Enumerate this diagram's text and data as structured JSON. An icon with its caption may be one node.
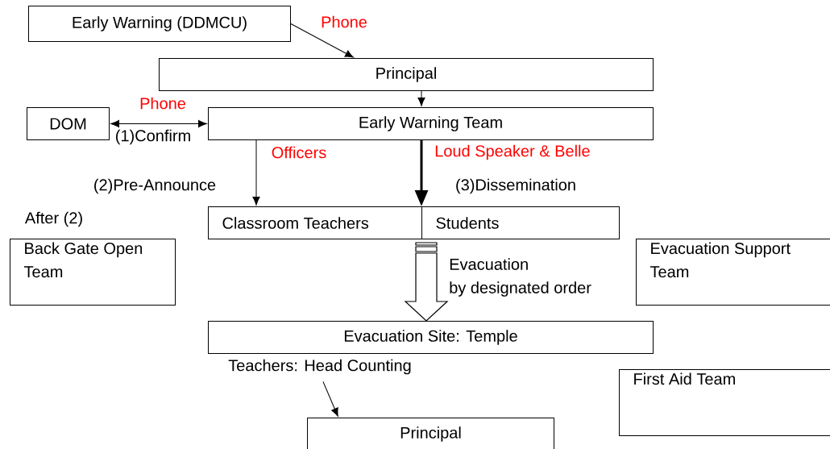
{
  "diagram": {
    "nodes": [
      {
        "text": [
          "Early Warning (DDMCU)"
        ]
      },
      {
        "text": [
          "Principal"
        ]
      },
      {
        "text": [
          "DOM"
        ]
      },
      {
        "text": [
          "Early Warning Team"
        ]
      },
      {
        "text": [
          "Classroom Teachers"
        ]
      },
      {
        "text": [
          "Students"
        ]
      },
      {
        "text": [
          "Back Gate Open Team"
        ],
        "beside": [
          "After (2)"
        ]
      },
      {
        "text": [
          "Evacuation Support Team"
        ]
      },
      {
        "text": [
          "Evacuation Site: Temple"
        ]
      },
      {
        "text": [
          "Teachers: Head Counting"
        ]
      },
      {
        "text": [
          "First Aid Team"
        ]
      },
      {
        "text": [
          "Principal"
        ]
      }
    ],
    "edges": [
      {
        "from": 0,
        "to": 1,
        "arrow": "to",
        "label": "Phone"
      },
      {
        "from": 1,
        "to": 3,
        "arrow": "to"
      },
      {
        "from": 2,
        "to": 3,
        "arrow": "both",
        "label": "Phone"
      },
      {
        "from": 3,
        "to": 4,
        "arrow": "to",
        "label": "Officers"
      },
      {
        "from": 3,
        "to": 5,
        "arrow": "to",
        "label": "Loud Speaker & Belle",
        "style": "thick"
      },
      {
        "from": 5,
        "to": 8,
        "arrow": "to",
        "label": "Evacuation by designated order",
        "style": "thick"
      },
      {
        "from": 9,
        "to": 11,
        "arrow": "to"
      }
    ],
    "labels": [
      "(1)Confirm",
      "(2)Pre-Announce",
      "(3)Dissemination"
    ]
  }
}
